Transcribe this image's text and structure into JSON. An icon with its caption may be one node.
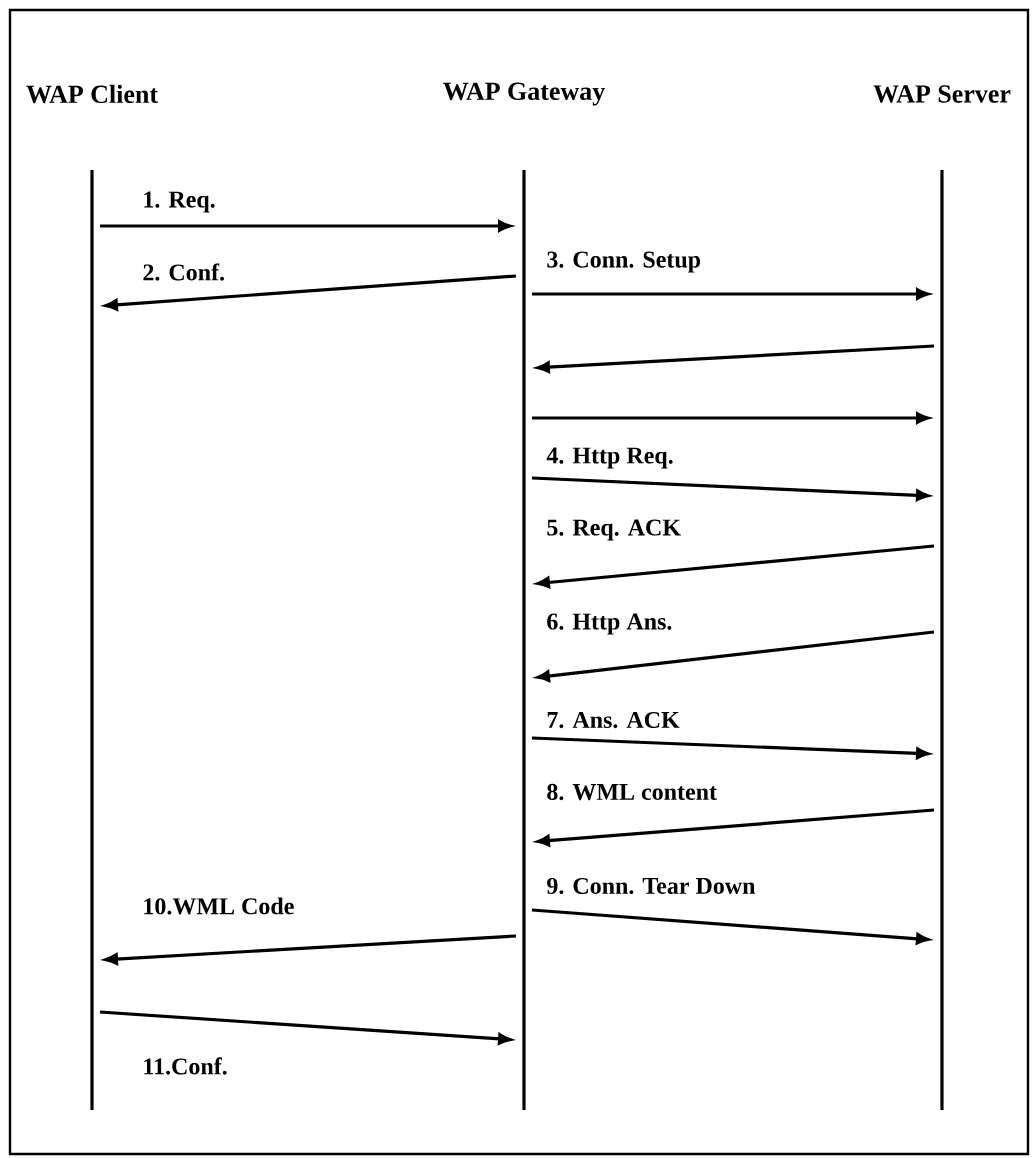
{
  "diagram": {
    "nodes": [
      {
        "text": [
          "WAP Client"
        ]
      },
      {
        "text": [
          "WAP Gateway"
        ]
      },
      {
        "text": [
          "WAP Server"
        ]
      }
    ],
    "edges": [
      {
        "from": 0,
        "to": 1,
        "arrow": "to",
        "label": "1. Req."
      },
      {
        "from": 1,
        "to": 0,
        "arrow": "to",
        "label": "2. Conf."
      },
      {
        "from": 1,
        "to": 2,
        "arrow": "to",
        "label": "3. Conn. Setup"
      },
      {
        "from": 2,
        "to": 1,
        "arrow": "to"
      },
      {
        "from": 1,
        "to": 2,
        "arrow": "to"
      },
      {
        "from": 1,
        "to": 2,
        "arrow": "to",
        "label": "4. Http Req."
      },
      {
        "from": 2,
        "to": 1,
        "arrow": "to",
        "label": "5. Req. ACK"
      },
      {
        "from": 2,
        "to": 1,
        "arrow": "to",
        "label": "6. Http Ans."
      },
      {
        "from": 1,
        "to": 2,
        "arrow": "to",
        "label": "7. Ans. ACK"
      },
      {
        "from": 2,
        "to": 1,
        "arrow": "to",
        "label": "8. WML content"
      },
      {
        "from": 1,
        "to": 2,
        "arrow": "to",
        "label": "9. Conn. Tear Down"
      },
      {
        "from": 1,
        "to": 0,
        "arrow": "to",
        "label": "10.WML Code"
      },
      {
        "from": 0,
        "to": 1,
        "arrow": "to",
        "label": "11.Conf."
      }
    ]
  }
}
